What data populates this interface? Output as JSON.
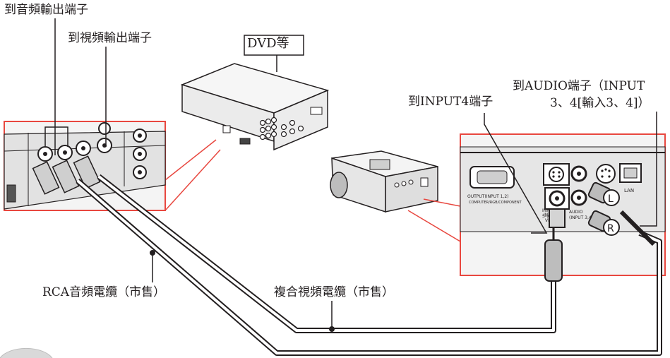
{
  "labels": {
    "audio_out": "到音頻輸出端子",
    "video_out": "到視頻輸出端子",
    "dvd": "DVD等",
    "audio_in_line1": "到AUDIO端子（INPUT",
    "audio_in_line2": "3、4[輸入3、4]）",
    "input4": "到INPUT4端子",
    "rca_cable": "RCA音頻電纜（市售）",
    "composite_cable": "複合視頻電纜（市售）"
  },
  "panel_text": {
    "output_line1": "OUTPUT(INPUT 1,2)",
    "output_line2": "COMPUTER/RGB/COMPONENT",
    "input3_line1": "INPUT 3",
    "input3_line2": "S-VIDEO",
    "input4_line1": "INPUT 4",
    "input4_line2": "VIDEO",
    "audio_line1": "AUDIO",
    "audio_line2": "(INPUT 3,4)",
    "lan": "LAN",
    "plug_left": "L",
    "plug_right": "R"
  },
  "colors": {
    "callout_red": "#e8473f",
    "outline": "#231f20",
    "device_fill": "#f4f4f4",
    "panel_fill": "#dcdcdc"
  }
}
